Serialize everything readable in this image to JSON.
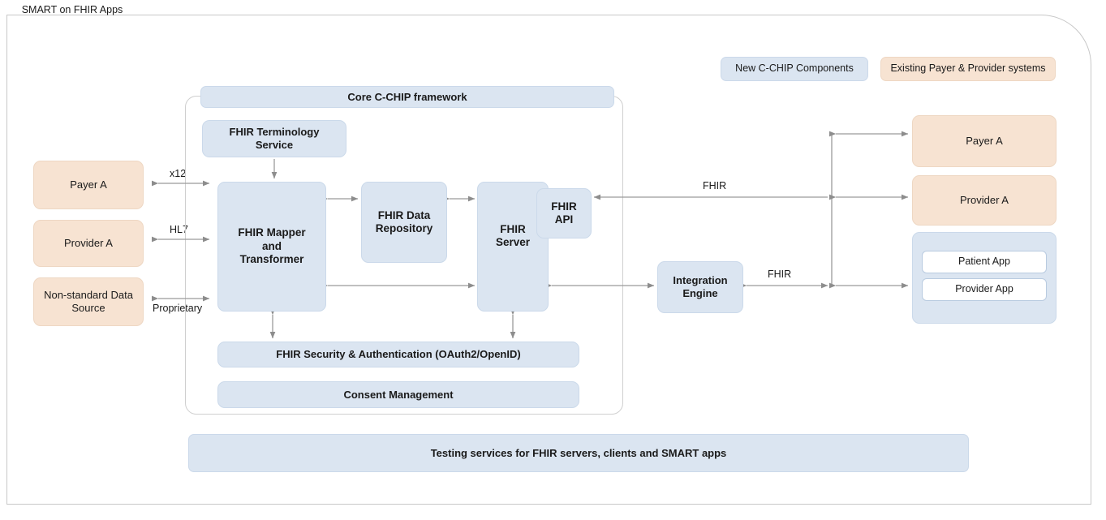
{
  "legend": {
    "new_components": "New C-CHIP Components",
    "existing_systems": "Existing Payer & Provider systems"
  },
  "external_sources": [
    {
      "label": "Payer A"
    },
    {
      "label": "Provider A"
    },
    {
      "label": "Non-standard\nData Source"
    }
  ],
  "source_protocols": [
    {
      "label": "x12"
    },
    {
      "label": "HL7"
    },
    {
      "label": "Proprietary"
    }
  ],
  "framework": {
    "title": "Core C-CHIP framework",
    "terminology_service": "FHIR Terminology\nService",
    "mapper": "FHIR Mapper\nand\nTransformer",
    "data_repository": "FHIR Data\nRepository",
    "fhir_server": "FHIR\nServer",
    "fhir_api": "FHIR\nAPI",
    "security": "FHIR Security & Authentication (OAuth2/OpenID)",
    "consent": "Consent Management"
  },
  "integration_engine": "Integration\nEngine",
  "interchange_labels": [
    {
      "label": "FHIR"
    },
    {
      "label": "FHIR"
    }
  ],
  "consumers": {
    "payer_a": "Payer A",
    "provider_a": "Provider A",
    "smart_apps_title": "SMART on FHIR Apps",
    "patient_app": "Patient App",
    "provider_app": "Provider App"
  },
  "testing_bar": "Testing services for FHIR servers, clients and SMART apps",
  "colors": {
    "new_component_fill": "#dbe5f1",
    "existing_system_fill": "#f7e3d2",
    "connector": "#9a9a9a",
    "frame_border": "#c8c8c8"
  }
}
